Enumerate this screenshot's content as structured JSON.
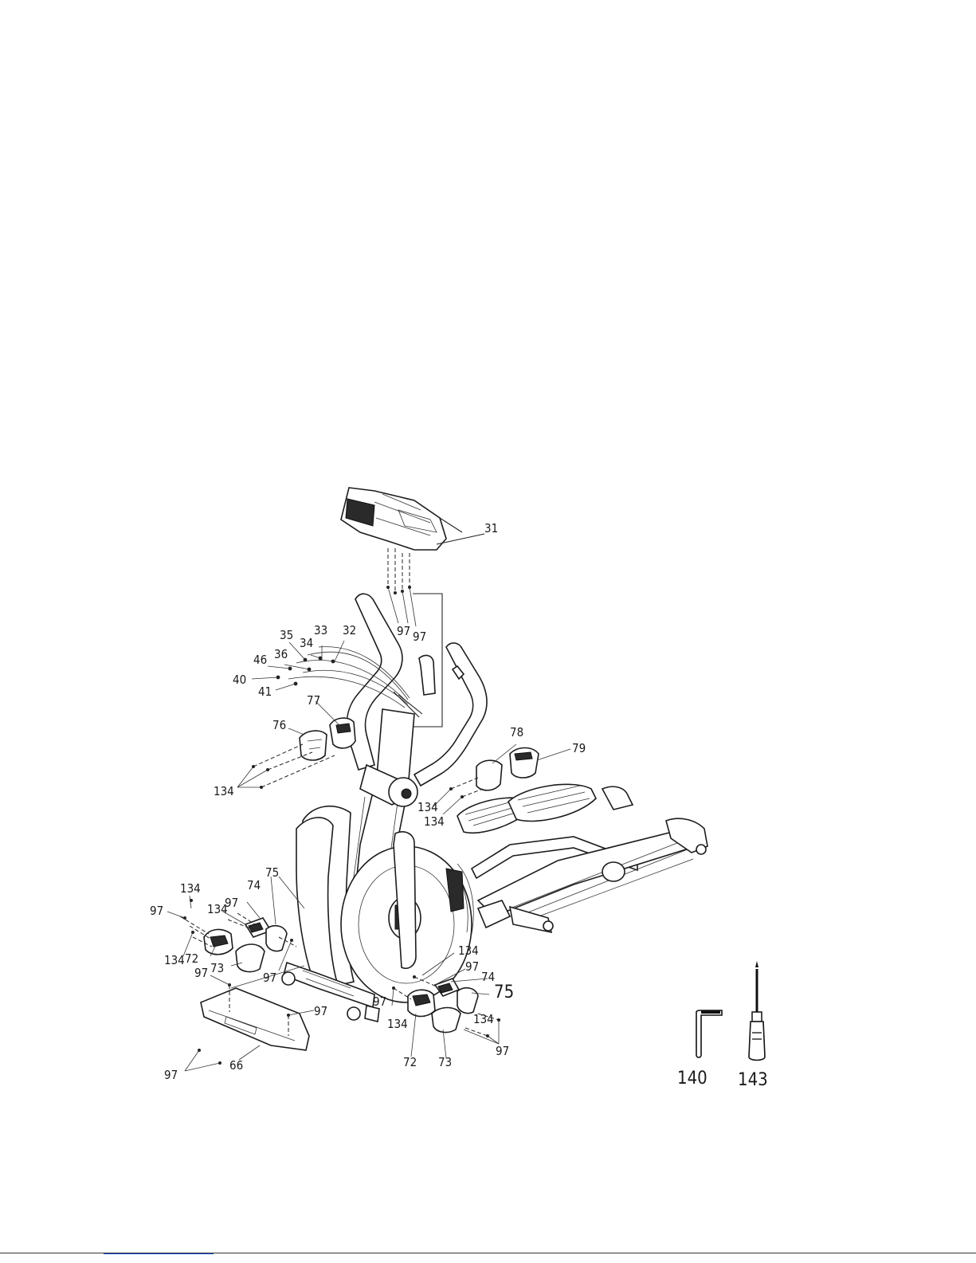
{
  "labels": {
    "l31": "31",
    "l97a": "97",
    "l97b": "97",
    "l35": "35",
    "l33": "33",
    "l32": "32",
    "l34": "34",
    "l36": "36",
    "l46": "46",
    "l40": "40",
    "l41": "41",
    "l77": "77",
    "l76": "76",
    "l78": "78",
    "l79": "79",
    "l134a": "134",
    "l134b": "134",
    "l134c": "134",
    "l75a": "75",
    "l74a": "74",
    "l134d": "134",
    "l97c": "97",
    "l134e": "134",
    "l97d": "97",
    "l134f": "134",
    "l72a": "72",
    "l97e": "97",
    "l73a": "73",
    "l97f": "97",
    "l97g": "97",
    "l134g": "134",
    "l97h": "97",
    "l74b": "74",
    "l75b": "75",
    "l97i": "97",
    "l134h": "134",
    "l134i": "134",
    "l72b": "72",
    "l73b": "73",
    "l97j": "97",
    "l97k": "97",
    "l66": "66",
    "l140": "140",
    "l143": "143"
  },
  "tool_icons": [
    "allen-wrench-icon",
    "screwdriver-icon"
  ]
}
